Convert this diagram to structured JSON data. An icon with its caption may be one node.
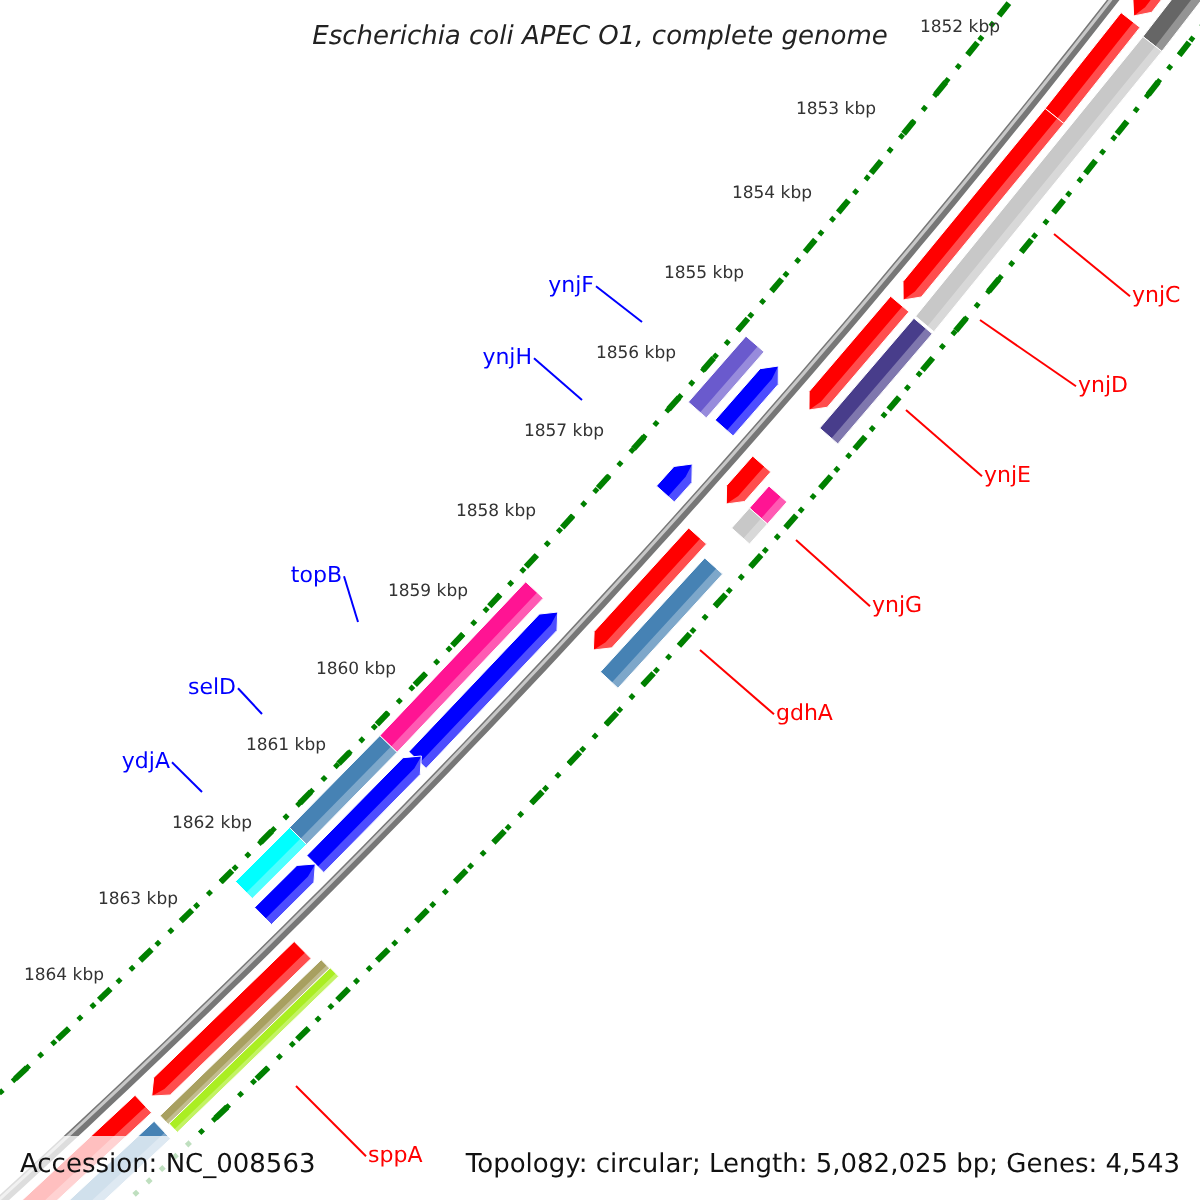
{
  "diagram": {
    "title": "Escherichia coli APEC O1, complete genome",
    "nodes": [
      {
        "text": [
          "ynjF"
        ]
      },
      {
        "text": [
          "ynjH"
        ]
      },
      {
        "text": [
          "topB"
        ]
      },
      {
        "text": [
          "selD"
        ]
      },
      {
        "text": [
          "ydjA"
        ]
      },
      {
        "text": [
          "ynjC"
        ]
      },
      {
        "text": [
          "ynjD"
        ]
      },
      {
        "text": [
          "ynjE"
        ]
      },
      {
        "text": [
          "ynjG"
        ]
      },
      {
        "text": [
          "gdhA"
        ]
      },
      {
        "text": [
          "sppA"
        ]
      }
    ],
    "edges": [
      {
        "from": 0,
        "to": null,
        "arrow": "none",
        "color": "#0000ff"
      },
      {
        "from": 1,
        "to": null,
        "arrow": "none",
        "color": "#0000ff"
      },
      {
        "from": 2,
        "to": null,
        "arrow": "none",
        "color": "#0000ff"
      },
      {
        "from": 3,
        "to": null,
        "arrow": "none",
        "color": "#0000ff"
      },
      {
        "from": 4,
        "to": null,
        "arrow": "none",
        "color": "#0000ff"
      },
      {
        "from": 5,
        "to": null,
        "arrow": "none"
      },
      {
        "from": 6,
        "to": null,
        "arrow": "none"
      },
      {
        "from": 7,
        "to": null,
        "arrow": "none"
      },
      {
        "from": 8,
        "to": null,
        "arrow": "none"
      },
      {
        "from": 9,
        "to": null,
        "arrow": "none"
      },
      {
        "from": 10,
        "to": null,
        "arrow": "none"
      }
    ],
    "labels": [
      "1852 kbp",
      "1853 kbp",
      "1854 kbp",
      "1855 kbp",
      "1856 kbp",
      "1857 kbp",
      "1858 kbp",
      "1859 kbp",
      "1860 kbp",
      "1861 kbp",
      "1862 kbp",
      "1863 kbp",
      "1864 kbp",
      "Accession: NC_008563",
      "Topology: circular; Length: 5,082,025 bp; Genes: 4,543"
    ]
  }
}
